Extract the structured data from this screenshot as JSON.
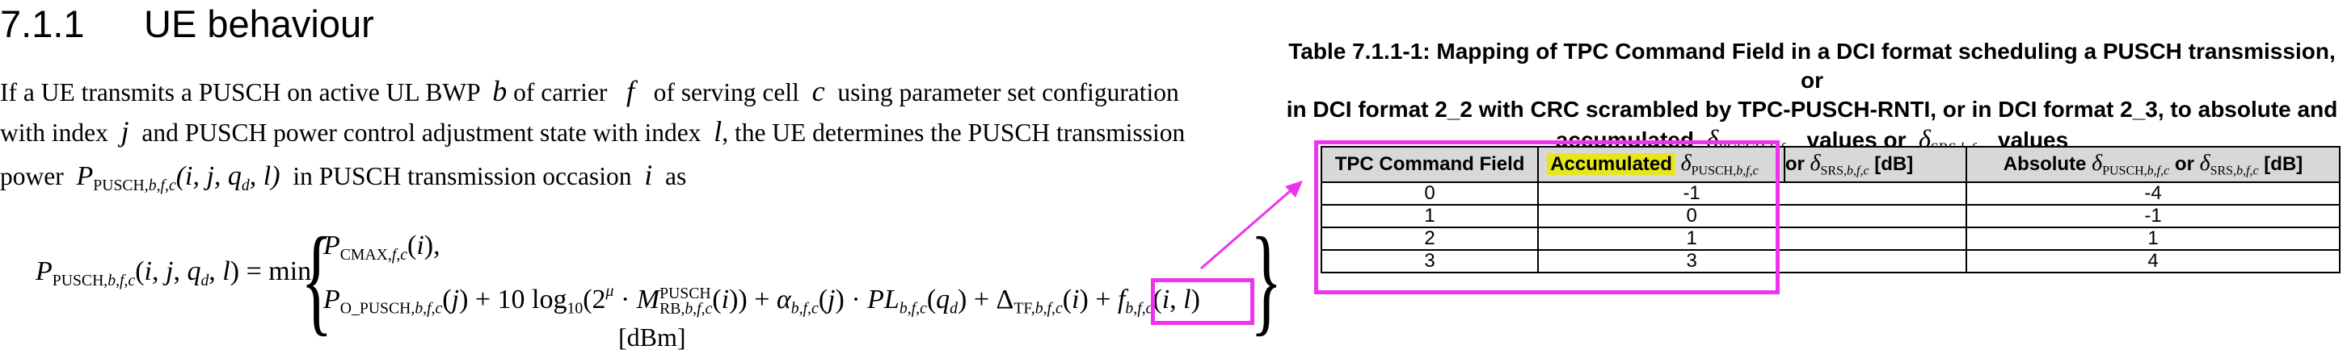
{
  "section": {
    "number": "7.1.1",
    "title": "UE behaviour"
  },
  "paragraph": {
    "l1_a": "If a UE transmits a PUSCH on active UL BWP",
    "l1_b": "b",
    "l1_c": "of carrier",
    "l1_d": "f",
    "l1_e": "of serving cell",
    "l1_f": "c",
    "l1_g": "using parameter set configuration",
    "l2_a": "with index",
    "l2_b": "j",
    "l2_c": "and PUSCH power control adjustment state with index",
    "l2_d": "l",
    "l2_e": ", the UE determines the PUSCH transmission",
    "l3_a": "power",
    "l3_b": "in PUSCH transmission occasion",
    "l3_c": "i",
    "l3_d": "as"
  },
  "equation": {
    "min": "min",
    "unit": "[dBm]"
  },
  "table": {
    "title_line1": "Table 7.1.1-1: Mapping of TPC Command Field in a DCI format scheduling a PUSCH transmission, or",
    "title_line2": "in DCI format 2_2 with CRC scrambled by TPC-PUSCH-RNTI, or in DCI format 2_3, to absolute and",
    "title_line3a": "accumulated",
    "title_line3b": "values or",
    "title_line3c": "values",
    "headers": {
      "tpc": "TPC Command Field",
      "accumulated": "Accumulated",
      "or": "or",
      "db": "[dB]",
      "absolute": "Absolute"
    },
    "rows": [
      {
        "tpc": "0",
        "accumulated": "-1",
        "absolute": "-4"
      },
      {
        "tpc": "1",
        "accumulated": "0",
        "absolute": "-1"
      },
      {
        "tpc": "2",
        "accumulated": "1",
        "absolute": "1"
      },
      {
        "tpc": "3",
        "accumulated": "3",
        "absolute": "4"
      }
    ]
  },
  "colors": {
    "highlight_border": "#ee33ee",
    "yellow_highlight": "#e6e61c",
    "header_bg": "#d8d8d8"
  }
}
